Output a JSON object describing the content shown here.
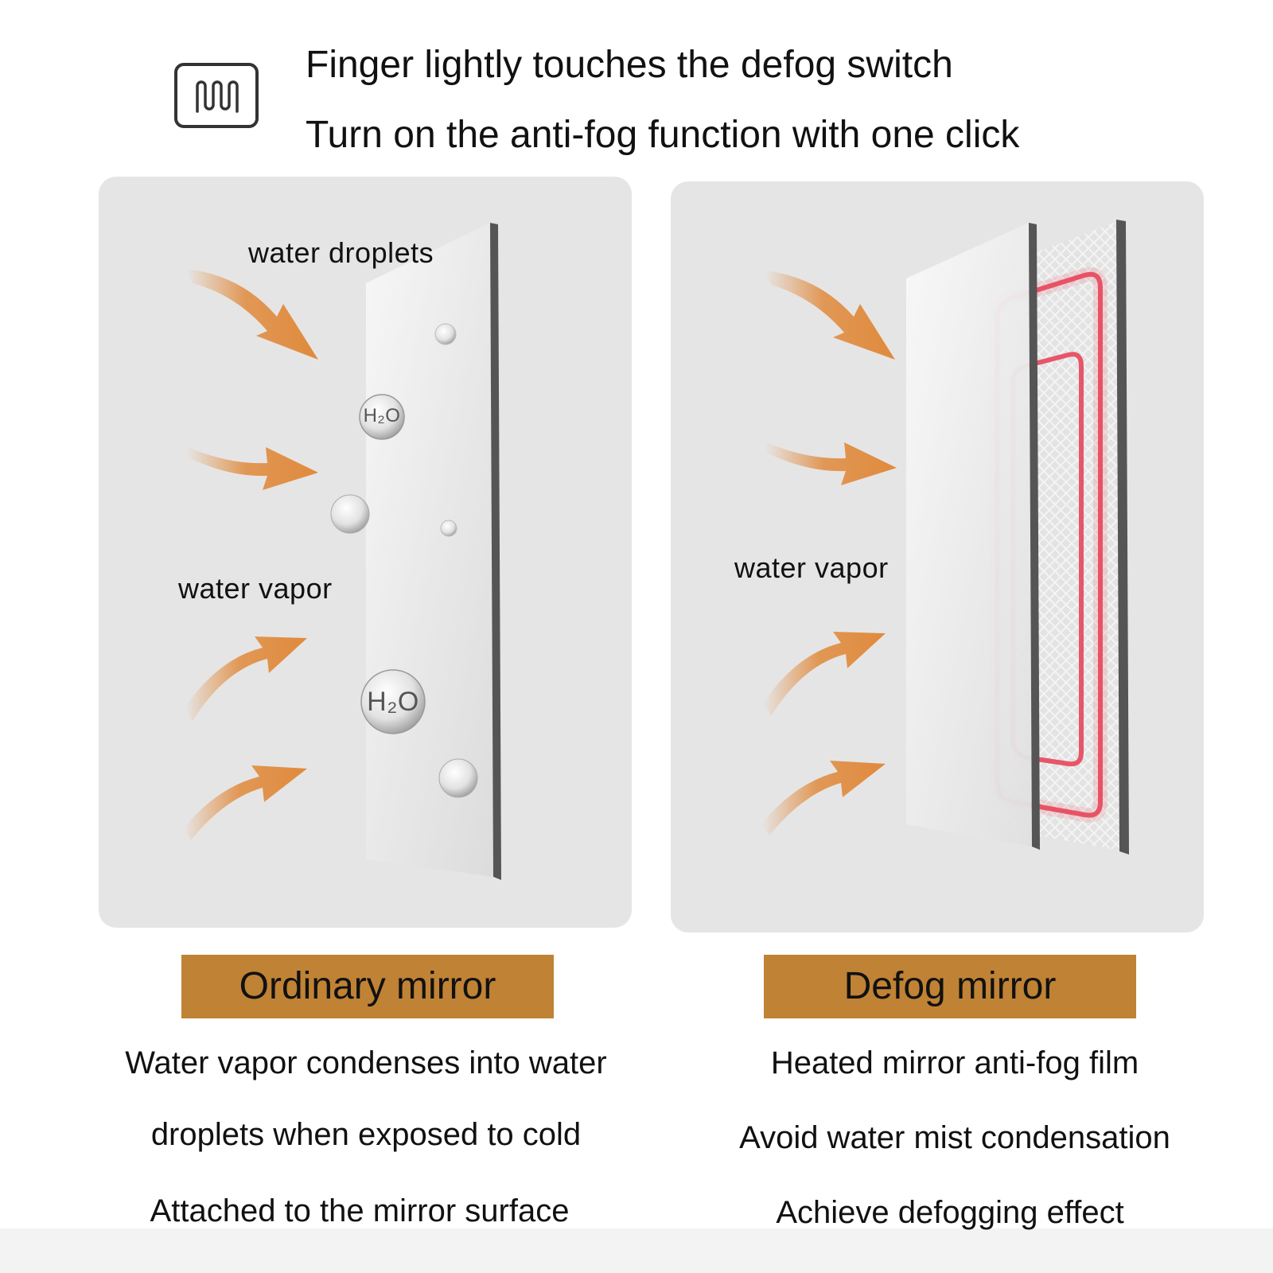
{
  "header": {
    "icon": "heating-coil-icon",
    "line1": "Finger lightly touches the defog switch",
    "line2": "Turn on the anti-fog function with one click"
  },
  "left_panel": {
    "label_droplets": "water droplets",
    "label_vapor": "water vapor",
    "molecule_label": "H₂O",
    "tag": "Ordinary mirror",
    "desc": [
      "Water vapor condenses into water",
      "droplets when exposed to cold",
      "Attached to the mirror surface"
    ]
  },
  "right_panel": {
    "label_vapor": "water vapor",
    "tag": "Defog mirror",
    "desc": [
      "Heated mirror anti-fog film",
      "Avoid water mist condensation",
      "Achieve defogging effect"
    ]
  },
  "colors": {
    "panel_bg": "#e6e5e5",
    "tag_bg": "#c08234",
    "arrow": "#e08a3c",
    "heater": "#e8455a"
  }
}
